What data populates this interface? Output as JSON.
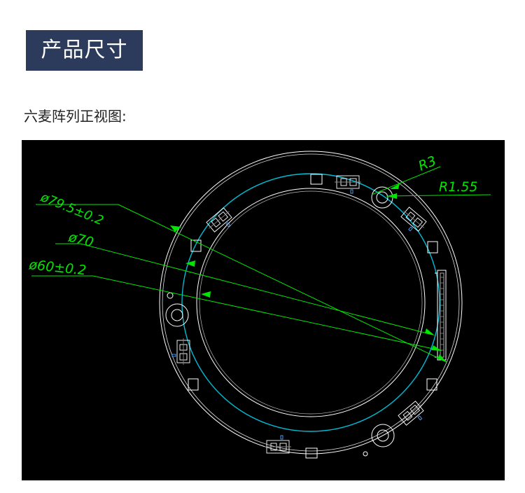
{
  "header": {
    "title": "产品尺寸"
  },
  "section": {
    "subtitle": "六麦阵列正视图:"
  },
  "drawing": {
    "labels": {
      "r3": "R3",
      "r155": "R1.55",
      "d795": "ø79.5±0.2",
      "d70": "ø70",
      "d60": "ø60±0.2"
    },
    "colors": {
      "background": "#000000",
      "outline": "#ffffff",
      "mic_ring": "#00bcd4",
      "dimension": "#00e600"
    }
  }
}
